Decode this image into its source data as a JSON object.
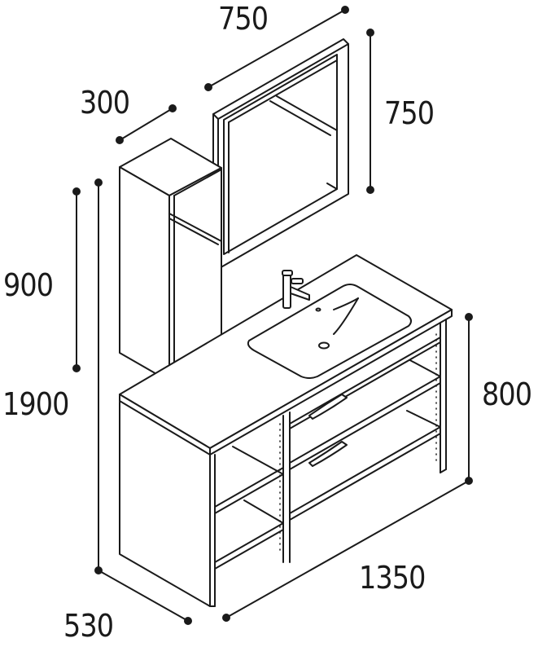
{
  "dimensions": {
    "mirror_width": "750",
    "mirror_height": "750",
    "cabinet_depth": "300",
    "cabinet_height": "900",
    "total_height": "1900",
    "counter_height": "800",
    "total_width": "1350",
    "total_depth": "530"
  },
  "colors": {
    "line": "#1a1a1a",
    "fill": "#ffffff",
    "shade": "#f2f2f2"
  }
}
